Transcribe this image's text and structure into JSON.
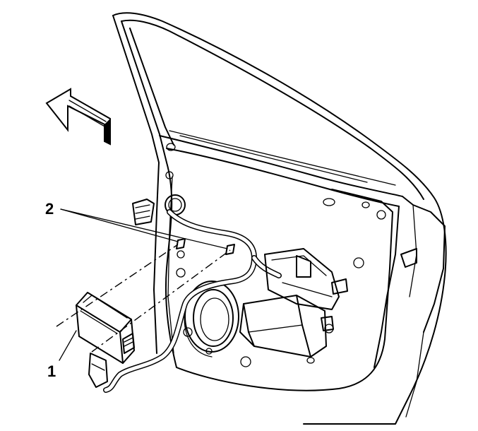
{
  "callouts": [
    {
      "id": "1",
      "text": "1"
    },
    {
      "id": "2",
      "text": "2"
    }
  ],
  "icons": {
    "direction_arrow": "forward-arrow-icon"
  }
}
